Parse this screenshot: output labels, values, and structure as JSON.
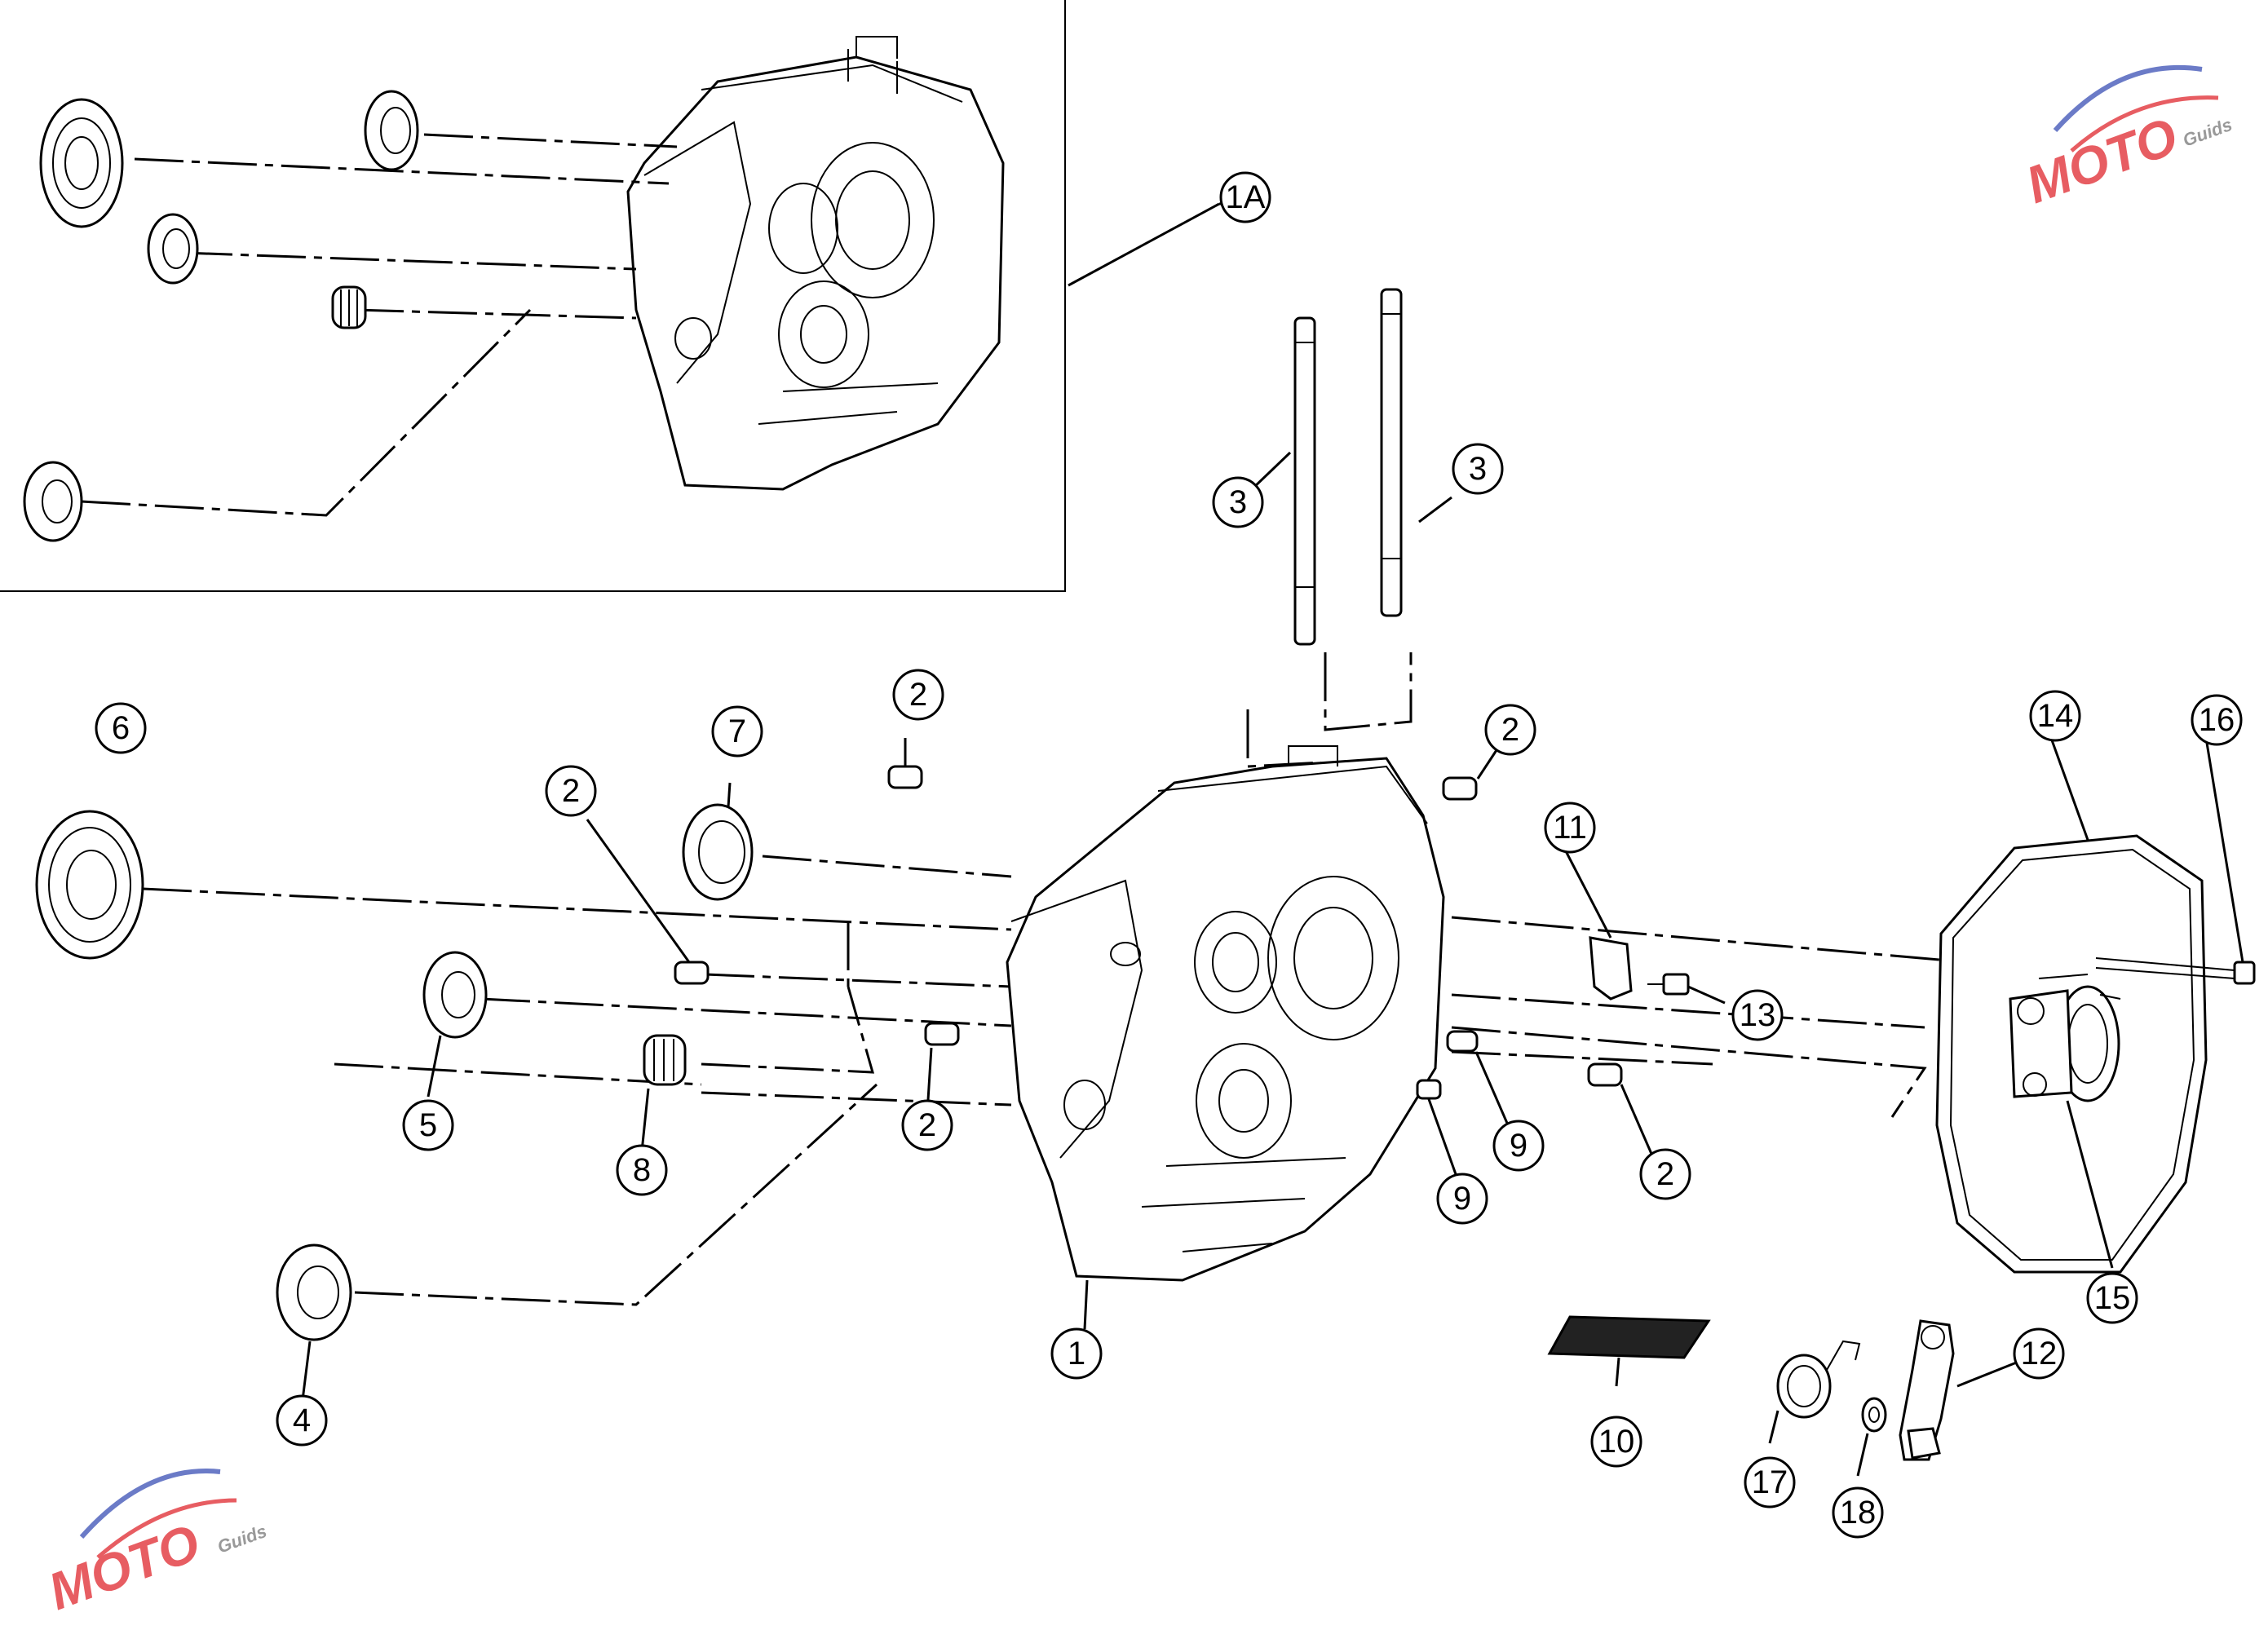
{
  "callouts": {
    "c1A": "1A",
    "c1": "1",
    "c2a": "2",
    "c2b": "2",
    "c2c": "2",
    "c2d": "2",
    "c2e": "2",
    "c3a": "3",
    "c3b": "3",
    "c4": "4",
    "c5": "5",
    "c6": "6",
    "c7": "7",
    "c8": "8",
    "c9a": "9",
    "c9b": "9",
    "c10": "10",
    "c11": "11",
    "c12": "12",
    "c13": "13",
    "c14": "14",
    "c15": "15",
    "c16": "16",
    "c17": "17",
    "c18": "18"
  },
  "watermark": {
    "brand": "MOTO",
    "sub": "Guids",
    "colors": {
      "red": "#e0282e",
      "blue": "#3a4fb5",
      "gray": "#777777"
    }
  }
}
